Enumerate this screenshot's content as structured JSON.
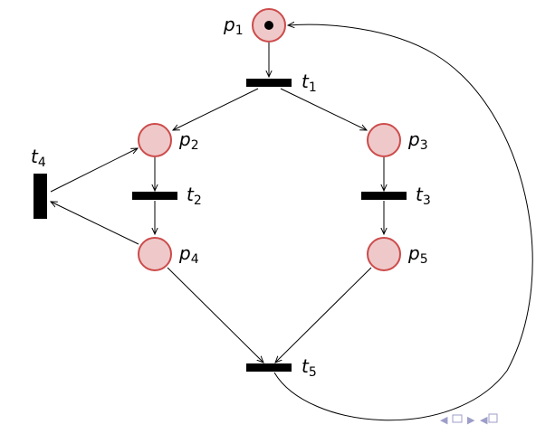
{
  "colors": {
    "place_fill": "#efc9c9",
    "place_stroke": "#cd4b4b",
    "token": "#000000",
    "transition": "#000000",
    "arc": "#000000",
    "nav": "#9d9dc9"
  },
  "places": [
    {
      "id": "p1",
      "base": "p",
      "sub": "1",
      "tokens": 1
    },
    {
      "id": "p2",
      "base": "p",
      "sub": "2",
      "tokens": 0
    },
    {
      "id": "p3",
      "base": "p",
      "sub": "3",
      "tokens": 0
    },
    {
      "id": "p4",
      "base": "p",
      "sub": "4",
      "tokens": 0
    },
    {
      "id": "p5",
      "base": "p",
      "sub": "5",
      "tokens": 0
    }
  ],
  "transitions": [
    {
      "id": "t1",
      "base": "t",
      "sub": "1"
    },
    {
      "id": "t2",
      "base": "t",
      "sub": "2"
    },
    {
      "id": "t3",
      "base": "t",
      "sub": "3"
    },
    {
      "id": "t4",
      "base": "t",
      "sub": "4"
    },
    {
      "id": "t5",
      "base": "t",
      "sub": "5"
    }
  ],
  "arcs": [
    {
      "from": "p1",
      "to": "t1"
    },
    {
      "from": "t1",
      "to": "p2"
    },
    {
      "from": "t1",
      "to": "p3"
    },
    {
      "from": "p2",
      "to": "t2"
    },
    {
      "from": "t2",
      "to": "p4"
    },
    {
      "from": "p3",
      "to": "t3"
    },
    {
      "from": "t3",
      "to": "p5"
    },
    {
      "from": "p4",
      "to": "t4"
    },
    {
      "from": "t4",
      "to": "p2"
    },
    {
      "from": "p4",
      "to": "t5"
    },
    {
      "from": "p5",
      "to": "t5"
    },
    {
      "from": "t5",
      "to": "p1"
    }
  ],
  "nav_icons": [
    "nav-prev-icon",
    "nav-frame-icon",
    "nav-next-icon",
    "nav-back-icon"
  ]
}
